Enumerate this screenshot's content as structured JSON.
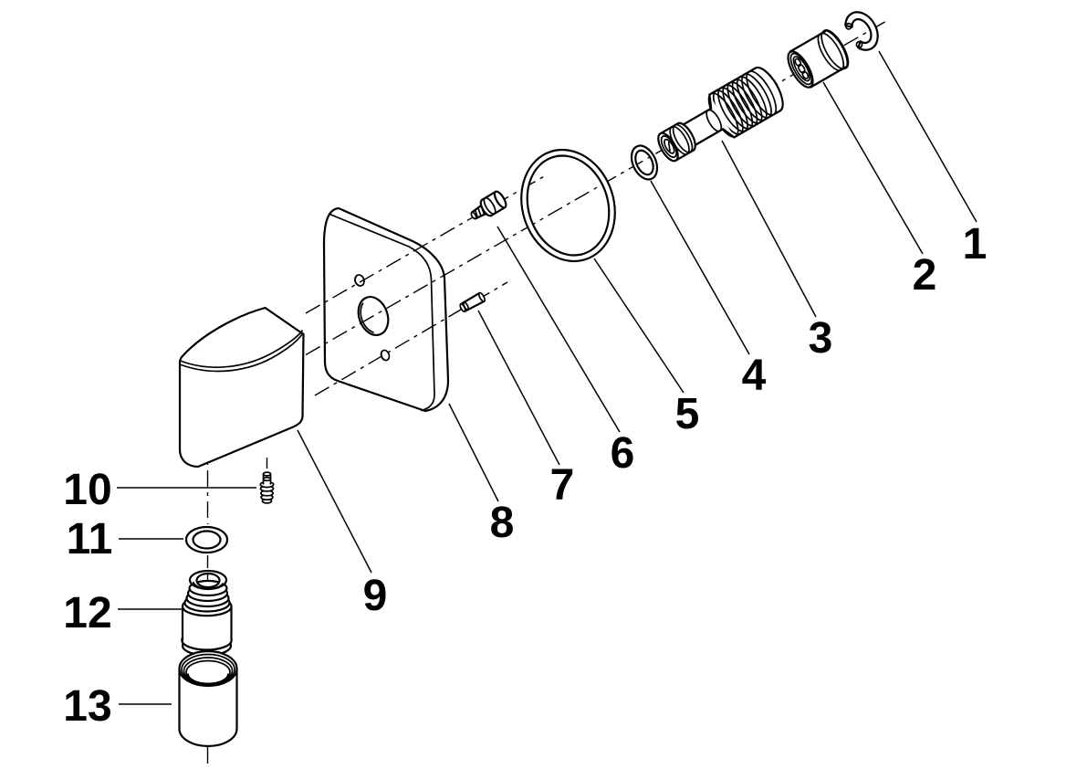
{
  "colors": {
    "background": "#ffffff",
    "line": "#000000"
  },
  "part_labels": [
    "1",
    "2",
    "3",
    "4",
    "5",
    "6",
    "7",
    "8",
    "9",
    "10",
    "11",
    "12",
    "13"
  ]
}
